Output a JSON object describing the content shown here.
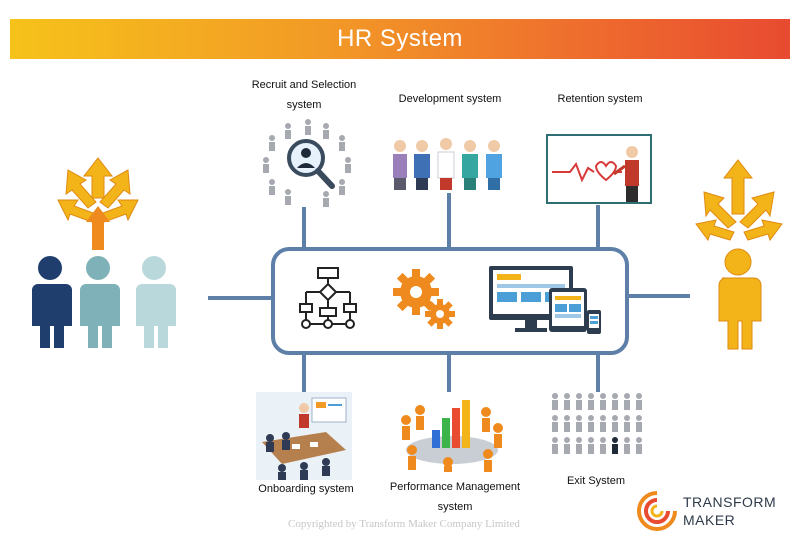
{
  "title": "HR System",
  "systems": {
    "recruit": "Recruit and Selection system",
    "development": "Development system",
    "retention": "Retention system",
    "onboarding": "Onboarding system",
    "performance": "Performance Management system",
    "exit": "Exit System"
  },
  "footer": {
    "copyright": "Copyrighted by Transform Maker Company Limited",
    "brand_line1": "TRANSFORM",
    "brand_line2": "MAKER"
  },
  "colors": {
    "banner_start": "#f6c21a",
    "banner_end": "#e84b30",
    "connector": "#5d7fa8",
    "gear": "#ee8a1e",
    "person_dark": "#1f3e6e",
    "person_mid": "#7fb2b8",
    "person_light": "#b9d8dc",
    "person_gold": "#f2b418"
  }
}
